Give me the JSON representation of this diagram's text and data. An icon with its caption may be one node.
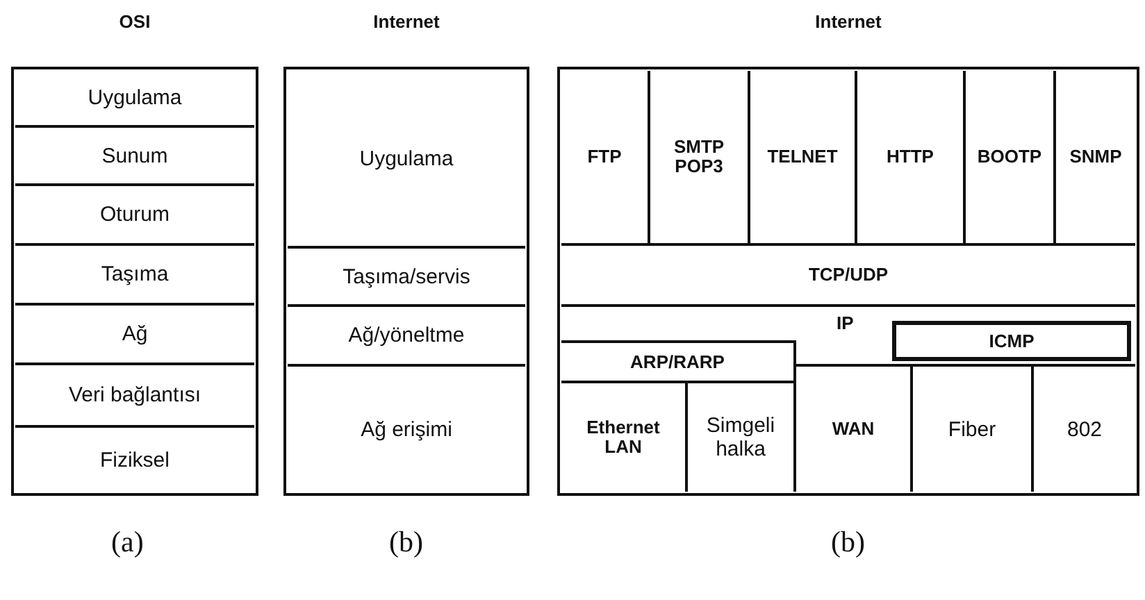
{
  "diagram": {
    "nodes": [
      {
        "text": [
          "OSI"
        ]
      },
      {
        "text": [
          "Uygulama"
        ],
        "in": 0
      },
      {
        "text": [
          "Sunum"
        ],
        "in": 0
      },
      {
        "text": [
          "Oturum"
        ],
        "in": 0
      },
      {
        "text": [
          "Taşıma"
        ],
        "in": 0
      },
      {
        "text": [
          "Ağ"
        ],
        "in": 0
      },
      {
        "text": [
          "Veri bağlantısı"
        ],
        "in": 0
      },
      {
        "text": [
          "Fiziksel"
        ],
        "in": 0
      },
      {
        "text": [
          "Internet"
        ]
      },
      {
        "text": [
          "Uygulama"
        ],
        "in": 8
      },
      {
        "text": [
          "Taşıma/servis"
        ],
        "in": 8
      },
      {
        "text": [
          "Ağ/yöneltme"
        ],
        "in": 8
      },
      {
        "text": [
          "Ağ erişimi"
        ],
        "in": 8
      },
      {
        "text": [
          "Internet"
        ]
      },
      {
        "text": [
          "FTP"
        ],
        "in": 13
      },
      {
        "text": [
          "SMTP POP3"
        ],
        "in": 13
      },
      {
        "text": [
          "TELNET"
        ],
        "in": 13
      },
      {
        "text": [
          "HTTP"
        ],
        "in": 13
      },
      {
        "text": [
          "BOOTP"
        ],
        "in": 13
      },
      {
        "text": [
          "SNMP"
        ],
        "in": 13
      },
      {
        "text": [
          "TCP/UDP"
        ],
        "in": 13
      },
      {
        "text": [
          "IP"
        ],
        "in": 13
      },
      {
        "text": [
          "ICMP"
        ],
        "in": 21
      },
      {
        "text": [
          "ARP/RARP"
        ],
        "in": 13
      },
      {
        "text": [
          "Ethernet LAN"
        ],
        "in": 13
      },
      {
        "text": [
          "Simgeli halka"
        ],
        "in": 13
      },
      {
        "text": [
          "WAN"
        ],
        "in": 13
      },
      {
        "text": [
          "Fiber"
        ],
        "in": 13
      },
      {
        "text": [
          "802"
        ],
        "in": 13
      }
    ],
    "labels": [
      "(a)",
      "(b)",
      "(b)"
    ]
  }
}
